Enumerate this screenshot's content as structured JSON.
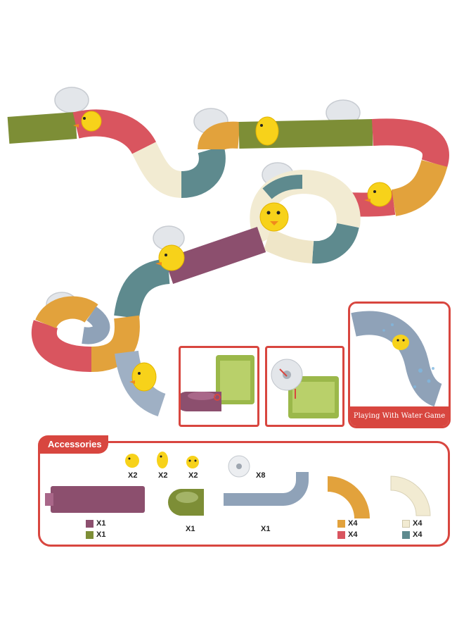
{
  "inset_caption": "Playing With Water Game",
  "accessories": {
    "title": "Accessories",
    "qty_duck1": "X2",
    "qty_duck2": "X2",
    "qty_duck3": "X2",
    "qty_suction": "X8",
    "qty_long_a": "X1",
    "qty_long_b": "X1",
    "qty_cup": "X1",
    "qty_elbow": "X1",
    "qty_yellow": "X4",
    "qty_red": "X4",
    "qty_cream": "X4",
    "qty_teal": "X4"
  },
  "colors": {
    "accent": "#d8463f",
    "olive": "#7d8e36",
    "plum": "#8c4f6e",
    "mustard": "#e2a23c",
    "coral": "#d9555f",
    "cream": "#f2ebd2",
    "teal": "#5e8a8e",
    "blue_gray": "#8fa2b8",
    "duck": "#f7d21a"
  }
}
